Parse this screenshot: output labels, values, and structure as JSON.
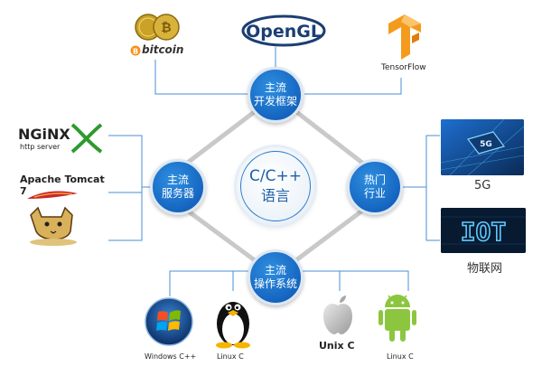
{
  "center": {
    "line1": "C/C++",
    "line2": "语言"
  },
  "nodes": {
    "top": {
      "line1": "主流",
      "line2": "开发框架"
    },
    "left": {
      "line1": "主流",
      "line2": "服务器"
    },
    "right": {
      "line1": "热门",
      "line2": "行业"
    },
    "bottom": {
      "line1": "主流",
      "line2": "操作系统"
    }
  },
  "frameworks": {
    "bitcoin": "bitcoin",
    "opengl": "OpenGL",
    "tensorflow": "TensorFlow"
  },
  "servers": {
    "nginx": "NGiNX",
    "nginx_sub": "http server",
    "tomcat": "Apache Tomcat 7"
  },
  "industries": {
    "fiveg_chip": "5G",
    "fiveg_caption": "5G",
    "iot_banner": "IOT",
    "iot_caption": "物联网"
  },
  "os": {
    "windows": "Windows C++",
    "linux1": "Linux C",
    "unix": "Unix C",
    "linux2": "Linux C"
  },
  "colors": {
    "node": "#1565c0",
    "link": "#c9c9c9",
    "connector": "#4a8fd4",
    "tensorflow": "#f49b1e",
    "android": "#8cc63f"
  }
}
